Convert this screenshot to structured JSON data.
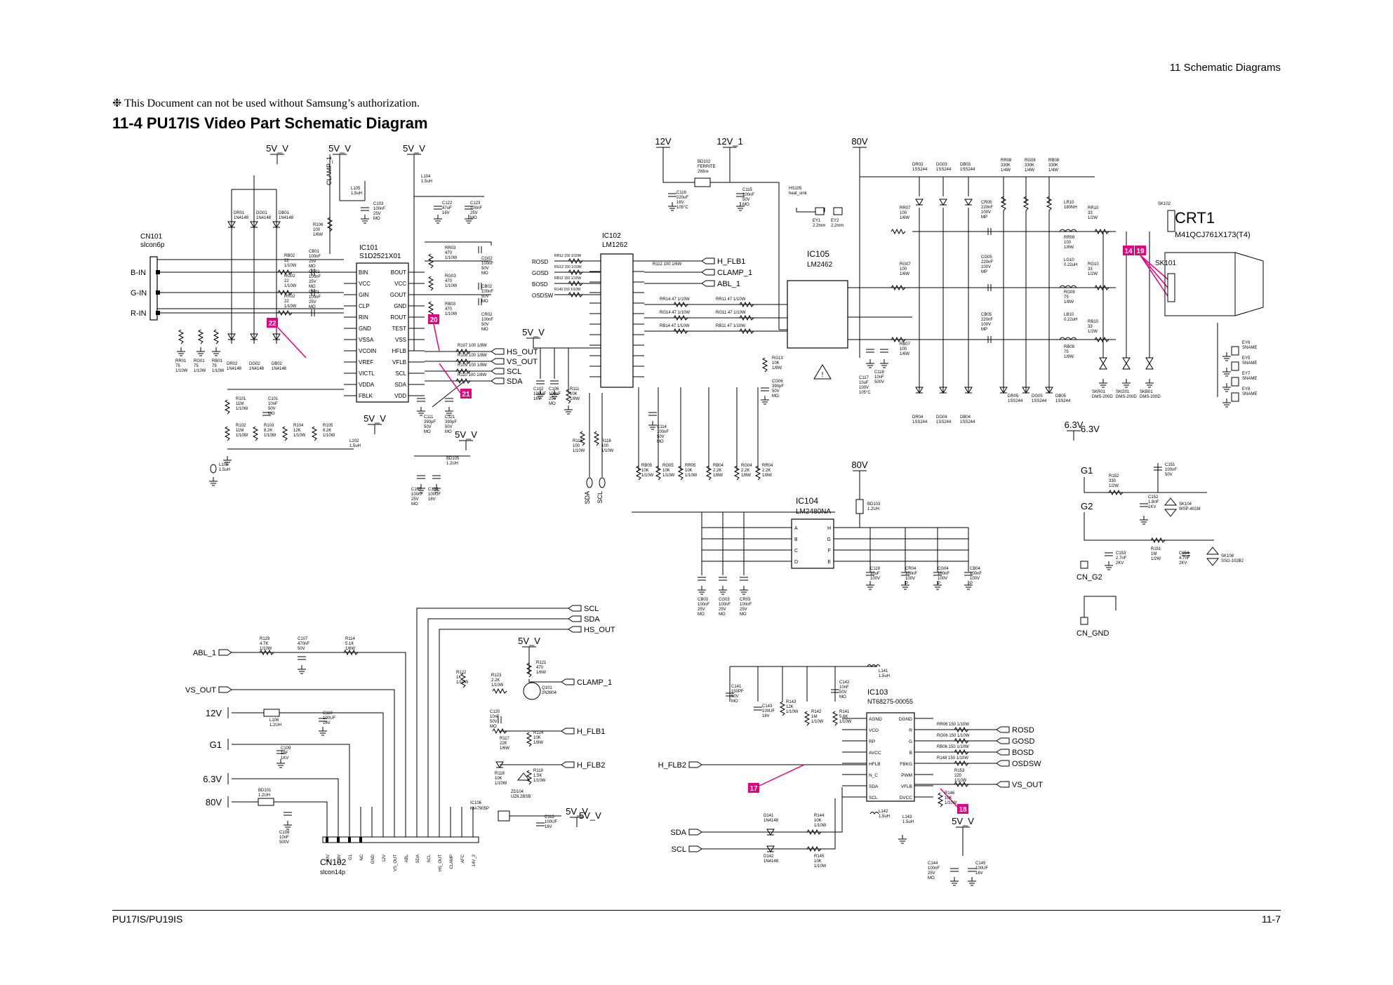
{
  "header": {
    "section": "11 Schematic Diagrams",
    "notice": "❉ This Document can not be used without Samsung’s authorization.",
    "title": "11-4  PU17IS Video Part Schematic Diagram"
  },
  "footer": {
    "left": "PU17IS/PU19IS",
    "right": "11-7"
  },
  "rails": [
    {
      "id": "5v-v-1",
      "label": "5V_V"
    },
    {
      "id": "5v-v-2",
      "label": "5V_V"
    },
    {
      "id": "5v-v-3",
      "label": "5V_V"
    },
    {
      "id": "12v",
      "label": "12V"
    },
    {
      "id": "12v-1",
      "label": "12V_1"
    },
    {
      "id": "80v",
      "label": "80V"
    },
    {
      "id": "5v-v-4",
      "label": "5V_V"
    },
    {
      "id": "5v-v-5",
      "label": "5V_V"
    },
    {
      "id": "5v-v-6",
      "label": "5V_V"
    },
    {
      "id": "6v3",
      "label": "6.3V"
    },
    {
      "id": "80v-2",
      "label": "80V"
    },
    {
      "id": "5v-v-7",
      "label": "5V_V"
    },
    {
      "id": "5v-v-8",
      "label": "5V_V"
    },
    {
      "id": "5v-v-9",
      "label": "5V_V"
    }
  ],
  "ics": [
    {
      "id": "ic101",
      "ref": "IC101",
      "part": "S1D2521X01",
      "left_pins": [
        "BIN",
        "VCC",
        "GIN",
        "CLP",
        "RIN",
        "GND",
        "VSSA",
        "VCOIN",
        "VREF",
        "VICTL",
        "VDDA",
        "FBLK"
      ],
      "right_pins": [
        "BOUT",
        "VCC",
        "GOUT",
        "GND",
        "ROUT",
        "TEST",
        "VSS",
        "HFLB",
        "VFLB",
        "SCL",
        "SDA",
        "VDD"
      ]
    },
    {
      "id": "ic102",
      "ref": "IC102",
      "part": "LM1262"
    },
    {
      "id": "ic105",
      "ref": "IC105",
      "part": "LM2462"
    },
    {
      "id": "ic104",
      "ref": "IC104",
      "part": "LM2480NA",
      "left_pins": [
        "A",
        "B",
        "C",
        "D"
      ],
      "right_pins": [
        "H",
        "G",
        "F",
        "E"
      ]
    },
    {
      "id": "ic103",
      "ref": "IC103",
      "part": "NT68275-00055",
      "left_pins": [
        "AGND",
        "VCO",
        "RP",
        "AVCC",
        "HFLB",
        "N_C",
        "SDA",
        "SCL"
      ],
      "right_pins": [
        "DGND",
        "R",
        "G",
        "B",
        "FBKG",
        "PWM",
        "VFLB",
        "DVCC"
      ]
    },
    {
      "id": "ic106",
      "ref": "IC106",
      "part": "KIA7905P"
    }
  ],
  "connectors": [
    {
      "id": "cn101",
      "ref": "CN101",
      "part": "slcon6p",
      "pins": [
        "B-IN",
        "G-IN",
        "R-IN"
      ]
    },
    {
      "id": "cn102",
      "ref": "CN102",
      "part": "slcon14p",
      "pins": [
        "80V",
        "6.3V",
        "G1",
        "NC",
        "GND",
        "12V",
        "VS_OUT",
        "ABL",
        "SDA",
        "SCL",
        "HS_OUT",
        "CLAMP",
        "AFC",
        "14V_2"
      ]
    },
    {
      "id": "crt1",
      "ref": "CRT1",
      "part": "M41QCJ761X173(T4)"
    },
    {
      "id": "sk101",
      "ref": "SK101",
      "part": ""
    },
    {
      "id": "sk102",
      "ref": "SK102",
      "part": ""
    },
    {
      "id": "cn-g2",
      "ref": "CN_G2",
      "part": ""
    },
    {
      "id": "cn-gnd",
      "ref": "CN_GND",
      "part": ""
    }
  ],
  "markers": [
    "22",
    "20",
    "21",
    "14",
    "19",
    "17",
    "18"
  ],
  "net_labels": {
    "ic101_right": [
      "HS_OUT",
      "VS_OUT",
      "SCL",
      "SDA"
    ],
    "ic102_left": [
      "ROSD",
      "GOSD",
      "BOSD",
      "OSDSW"
    ],
    "ic102_right": [
      "H_FLB1",
      "CLAMP_1",
      "ABL_1"
    ],
    "bus_out": [
      "SCL",
      "SDA",
      "HS_OUT"
    ],
    "cn102_left": [
      "ABL_1",
      "VS_OUT",
      "12V",
      "G1",
      "6.3V",
      "80V"
    ],
    "cn102_right": [
      "CLAMP_1",
      "H_FLB1",
      "H_FLB2",
      "5V_V"
    ],
    "ic103_right": [
      "ROSD",
      "GOSD",
      "BOSD",
      "OSDSW",
      "VS_OUT"
    ],
    "ic103_left": [
      "H_FLB2",
      "SDA",
      "SCL"
    ],
    "crt_side": [
      "G1",
      "G2",
      "6.3V",
      "80V"
    ],
    "ic102_bottom": [
      "SDA",
      "SCL"
    ]
  },
  "components": [
    {
      "ref": "L105",
      "val": "1.5uH"
    },
    {
      "ref": "L104",
      "val": "1.5uH"
    },
    {
      "ref": "C103",
      "val": "100nF 25V MO"
    },
    {
      "ref": "C122",
      "val": "47uF 16V"
    },
    {
      "ref": "C123",
      "val": "100nF 25V MO"
    },
    {
      "ref": "DR01",
      "val": "1N4148"
    },
    {
      "ref": "DG01",
      "val": "1N4148"
    },
    {
      "ref": "DB01",
      "val": "1N4148"
    },
    {
      "ref": "R106",
      "val": "100 1/6W"
    },
    {
      "ref": "RB02",
      "val": "22 1/10W"
    },
    {
      "ref": "RG02",
      "val": "22 1/10W"
    },
    {
      "ref": "RR02",
      "val": "22 1/10W"
    },
    {
      "ref": "CB01",
      "val": "100nF 25V MO"
    },
    {
      "ref": "CG01",
      "val": "100nF 25V MO"
    },
    {
      "ref": "CR01",
      "val": "100nF 25V MO"
    },
    {
      "ref": "RR01",
      "val": "75 1/10W"
    },
    {
      "ref": "RG01",
      "val": "75 1/10W"
    },
    {
      "ref": "RB01",
      "val": "75 1/10W"
    },
    {
      "ref": "DR02",
      "val": "1N4148"
    },
    {
      "ref": "DG02",
      "val": "1N4148"
    },
    {
      "ref": "DB02",
      "val": "1N4148"
    },
    {
      "ref": "R101",
      "val": "11M 1/10W"
    },
    {
      "ref": "R102",
      "val": "11M 1/10W"
    },
    {
      "ref": "C101",
      "val": "10nF 50V MO"
    },
    {
      "ref": "R103",
      "val": "8.2K 1/10W"
    },
    {
      "ref": "R104",
      "val": "12K 1/10W"
    },
    {
      "ref": "R105",
      "val": "8.2K 1/10W"
    },
    {
      "ref": "L102",
      "val": "1.5uH"
    },
    {
      "ref": "L101",
      "val": "1.5uH"
    },
    {
      "ref": "RB03",
      "val": "470 1/10W"
    },
    {
      "ref": "RG03",
      "val": "470 1/10W"
    },
    {
      "ref": "RR03",
      "val": "470 1/10W"
    },
    {
      "ref": "CB02",
      "val": "100nF 50V MO"
    },
    {
      "ref": "CG02",
      "val": "100nF 50V MO"
    },
    {
      "ref": "CR02",
      "val": "100nF 50V MO"
    },
    {
      "ref": "R107",
      "val": "100 1/8W"
    },
    {
      "ref": "R108",
      "val": "100 1/8W"
    },
    {
      "ref": "R109",
      "val": "100 1/8W"
    },
    {
      "ref": "R110",
      "val": "100 1/8W"
    },
    {
      "ref": "C111",
      "val": "390pF 50V MO"
    },
    {
      "ref": "C121",
      "val": "390pF 50V MO"
    },
    {
      "ref": "BD105",
      "val": "1.2UH"
    },
    {
      "ref": "C105",
      "val": "100nF 25V MO"
    },
    {
      "ref": "C104",
      "val": "100UF 16V"
    },
    {
      "ref": "RR12",
      "val": "150 1/10W"
    },
    {
      "ref": "RG12",
      "val": "150 1/10W"
    },
    {
      "ref": "RB12",
      "val": "150 1/10W"
    },
    {
      "ref": "R149",
      "val": "150 1/10W"
    },
    {
      "ref": "R112",
      "val": "100 1/6W"
    },
    {
      "ref": "C102",
      "val": "100UF 16V"
    },
    {
      "ref": "C106",
      "val": "100nF 25V MO"
    },
    {
      "ref": "R111",
      "val": "10K 1/8W"
    },
    {
      "ref": "R115",
      "val": "100 1/10W"
    },
    {
      "ref": "R116",
      "val": "100 1/10W"
    },
    {
      "ref": "RR14",
      "val": "47 1/10W"
    },
    {
      "ref": "RG14",
      "val": "47 1/10W"
    },
    {
      "ref": "RB14",
      "val": "47 1/10W"
    },
    {
      "ref": "RR11",
      "val": "47 1/10W"
    },
    {
      "ref": "RG11",
      "val": "47 1/10W"
    },
    {
      "ref": "RB11",
      "val": "47 1/10W"
    },
    {
      "ref": "C114",
      "val": "100nF 50V MO"
    },
    {
      "ref": "RB05",
      "val": "10K 1/10W"
    },
    {
      "ref": "RG05",
      "val": "10K 1/10W"
    },
    {
      "ref": "RR05",
      "val": "10K 1/10W"
    },
    {
      "ref": "RB04",
      "val": "2.2K 1/8W"
    },
    {
      "ref": "RG04",
      "val": "2.2K 1/8W"
    },
    {
      "ref": "RR04",
      "val": "2.2K 1/8W"
    },
    {
      "ref": "BD102",
      "val": "FERRITE 2Wire"
    },
    {
      "ref": "C116",
      "val": "220uF 16V 105°C"
    },
    {
      "ref": "C115",
      "val": "100nF 50V MO"
    },
    {
      "ref": "HS105",
      "val": "heat_sink"
    },
    {
      "ref": "EY1",
      "val": "2.2mm"
    },
    {
      "ref": "EY2",
      "val": "2.2mm"
    },
    {
      "ref": "RG13",
      "val": "10K 1/8W"
    },
    {
      "ref": "CG06",
      "val": "390pF 50V MO"
    },
    {
      "ref": "C117",
      "val": "10uF 100V 105°C"
    },
    {
      "ref": "C118",
      "val": "10nF 500V"
    },
    {
      "ref": "DR03",
      "val": "1SS244"
    },
    {
      "ref": "DG03",
      "val": "1SS244"
    },
    {
      "ref": "DB03",
      "val": "1SS244"
    },
    {
      "ref": "RR08",
      "val": "330K 1/4W"
    },
    {
      "ref": "RG08",
      "val": "330K 1/4W"
    },
    {
      "ref": "RB08",
      "val": "330K 1/4W"
    },
    {
      "ref": "RR07",
      "val": "100 1/6W"
    },
    {
      "ref": "RG07",
      "val": "100 1/6W"
    },
    {
      "ref": "RB07",
      "val": "100 1/6W"
    },
    {
      "ref": "CR05",
      "val": "220nF 100V MP"
    },
    {
      "ref": "CG05",
      "val": "220nF 100V MP"
    },
    {
      "ref": "CB05",
      "val": "220nF 100V MP"
    },
    {
      "ref": "LR10",
      "val": "180NH"
    },
    {
      "ref": "LG10",
      "val": "0.22uH"
    },
    {
      "ref": "LB10",
      "val": "0.22uH"
    },
    {
      "ref": "RR09",
      "val": "100 1/8W"
    },
    {
      "ref": "RG09",
      "val": "75 1/8W"
    },
    {
      "ref": "RB09",
      "val": "75 1/8W"
    },
    {
      "ref": "RR10",
      "val": "33 1/2W"
    },
    {
      "ref": "RG10",
      "val": "33 1/2W"
    },
    {
      "ref": "RB10",
      "val": "33 1/2W"
    },
    {
      "ref": "DR04",
      "val": "1SS244"
    },
    {
      "ref": "DG04",
      "val": "1SS244"
    },
    {
      "ref": "DB04",
      "val": "1SS244"
    },
    {
      "ref": "DR05",
      "val": "1SS244"
    },
    {
      "ref": "DG05",
      "val": "1SS244"
    },
    {
      "ref": "DB05",
      "val": "1SS244"
    },
    {
      "ref": "SKR01",
      "val": "DMS-200D"
    },
    {
      "ref": "SKG01",
      "val": "DMS-200D"
    },
    {
      "ref": "SKB01",
      "val": "DMS-200D"
    },
    {
      "ref": "EY6",
      "val": "SNAME"
    },
    {
      "ref": "EY5",
      "val": "SNAME"
    },
    {
      "ref": "EY7",
      "val": "SNAME"
    },
    {
      "ref": "EY8",
      "val": "SNAME"
    },
    {
      "ref": "R152",
      "val": "330 1/2W"
    },
    {
      "ref": "C151",
      "val": "100nF 50V"
    },
    {
      "ref": "C152",
      "val": "1.8nF 1KV"
    },
    {
      "ref": "SK104",
      "val": "WSP-401M"
    },
    {
      "ref": "R151",
      "val": "1M 1/2W"
    },
    {
      "ref": "C153",
      "val": "2.7nF 2KV"
    },
    {
      "ref": "C154",
      "val": "4.7nF 2KV"
    },
    {
      "ref": "SK108",
      "val": "SSG-102B2"
    },
    {
      "ref": "BD103",
      "val": "1.2UH"
    },
    {
      "ref": "C119",
      "val": "10uF 100V"
    },
    {
      "ref": "CR04",
      "val": "100nF 100V P"
    },
    {
      "ref": "CG04",
      "val": "100nF 100V P"
    },
    {
      "ref": "CB04",
      "val": "100nF 100V P"
    },
    {
      "ref": "CB03",
      "val": "100nF 25V MO"
    },
    {
      "ref": "CG03",
      "val": "100nF 25V MO"
    },
    {
      "ref": "CR03",
      "val": "100nF 25V MO"
    },
    {
      "ref": "R129",
      "val": "4.7K 1/10W"
    },
    {
      "ref": "C107",
      "val": "470nF 50V"
    },
    {
      "ref": "R114",
      "val": "5.1K 1/6W"
    },
    {
      "ref": "L106",
      "val": "1.2UH"
    },
    {
      "ref": "C110",
      "val": "100UF 16V"
    },
    {
      "ref": "C109",
      "val": "1nF 1KV"
    },
    {
      "ref": "BD101",
      "val": "1.2UH"
    },
    {
      "ref": "C108",
      "val": "10nF 500V"
    },
    {
      "ref": "R122",
      "val": "1K 1/10W"
    },
    {
      "ref": "R123",
      "val": "2.2K 1/10W"
    },
    {
      "ref": "R121",
      "val": "470 1/6W"
    },
    {
      "ref": "Q101",
      "val": "2N3904"
    },
    {
      "ref": "C120",
      "val": "10nF 50V MO"
    },
    {
      "ref": "R117",
      "val": "22K 1/6W"
    },
    {
      "ref": "R124",
      "val": "10K 1/8W"
    },
    {
      "ref": "R118",
      "val": "10K 1/10W"
    },
    {
      "ref": "R119",
      "val": "1.5K 1/10W"
    },
    {
      "ref": "ZD104",
      "val": "UZ6.2BSB"
    },
    {
      "ref": "C112",
      "val": "100UF 16V"
    },
    {
      "ref": "L141",
      "val": "1.5uH"
    },
    {
      "ref": "C141",
      "val": "150PF 50V MO"
    },
    {
      "ref": "C143",
      "val": "100UF 16V"
    },
    {
      "ref": "R143",
      "val": "12K 1/10W"
    },
    {
      "ref": "R142",
      "val": "1M 1/10W"
    },
    {
      "ref": "R141",
      "val": "5.6K 1/10W"
    },
    {
      "ref": "C142",
      "val": "10nF 50V MO"
    },
    {
      "ref": "RR06",
      "val": "150 1/10W"
    },
    {
      "ref": "RG06",
      "val": "150 1/10W"
    },
    {
      "ref": "RB06",
      "val": "150 1/10W"
    },
    {
      "ref": "R148",
      "val": "150 1/10W"
    },
    {
      "ref": "R153",
      "val": "220 1/10W"
    },
    {
      "ref": "R146",
      "val": "10K 1/10W"
    },
    {
      "ref": "D141",
      "val": "1N4148"
    },
    {
      "ref": "D142",
      "val": "1N4148"
    },
    {
      "ref": "R144",
      "val": "10K 1/10W"
    },
    {
      "ref": "R145",
      "val": "10K 1/10W"
    },
    {
      "ref": "L142",
      "val": "1.5uH"
    },
    {
      "ref": "L143",
      "val": "1.5uH"
    },
    {
      "ref": "C144",
      "val": "100nF 25V MO"
    },
    {
      "ref": "C145",
      "val": "100UF 16V"
    }
  ],
  "colors": {
    "marker": "#e4007f",
    "wire": "#000000",
    "paper": "#ffffff"
  }
}
